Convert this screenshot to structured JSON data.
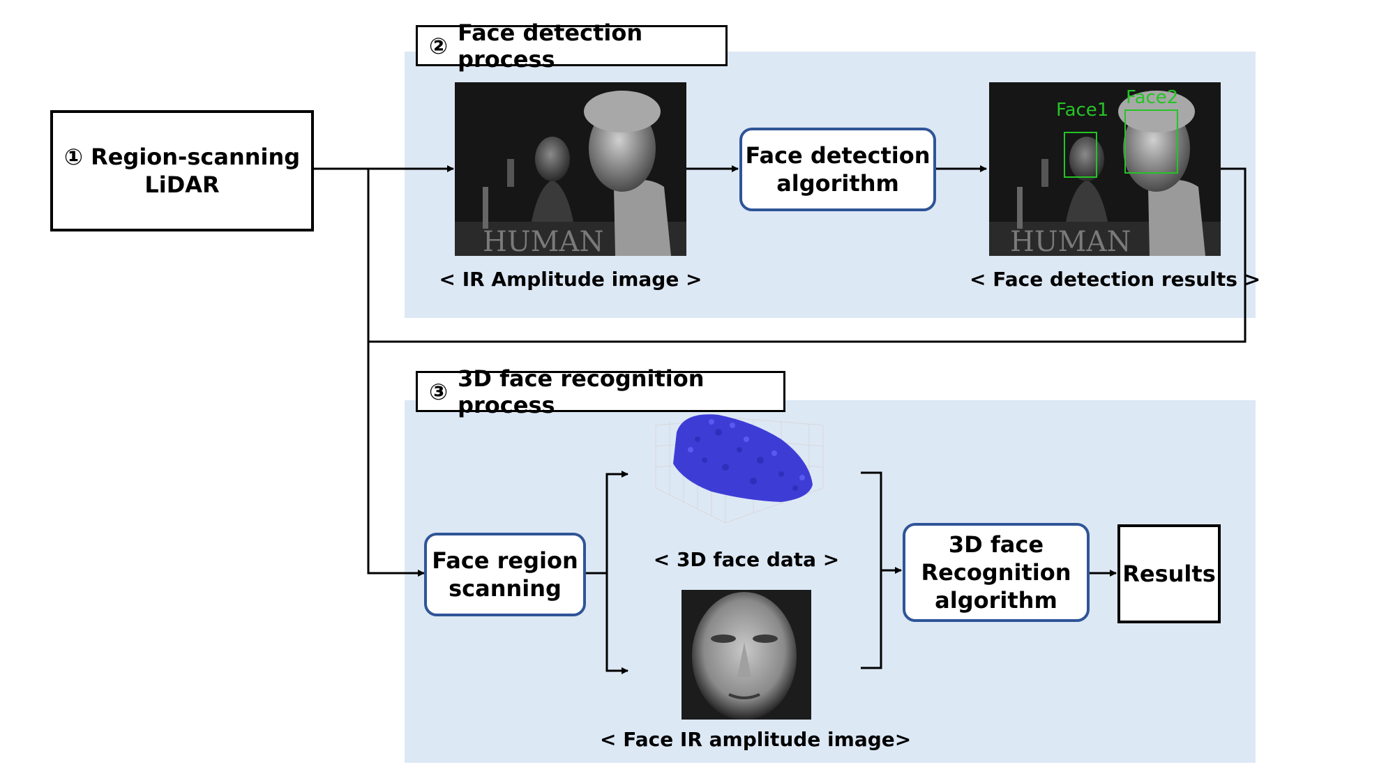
{
  "lidar_box": {
    "num": "①",
    "line1": "Region-scanning",
    "line2": "LiDAR"
  },
  "detection_section": {
    "title_num": "②",
    "title": "Face detection process",
    "algorithm_line1": "Face detection",
    "algorithm_line2": "algorithm",
    "input_caption": "< IR Amplitude image >",
    "output_caption": "< Face detection results >",
    "image_text": "HUMAN",
    "face_labels": [
      "Face1",
      "Face2"
    ]
  },
  "recognition_section": {
    "title_num": "③",
    "title": "3D face recognition process",
    "scanning_line1": "Face region",
    "scanning_line2": "scanning",
    "data_caption": "< 3D face data >",
    "ir_caption": "< Face IR amplitude image>",
    "algorithm_line1": "3D face",
    "algorithm_line2": "Recognition",
    "algorithm_line3": "algorithm",
    "results": "Results"
  },
  "colors": {
    "panel": "#dde8f5",
    "rounded_border": "#2f5597",
    "detection_box": "#25c425",
    "point_cloud": "#3d3dd6"
  }
}
